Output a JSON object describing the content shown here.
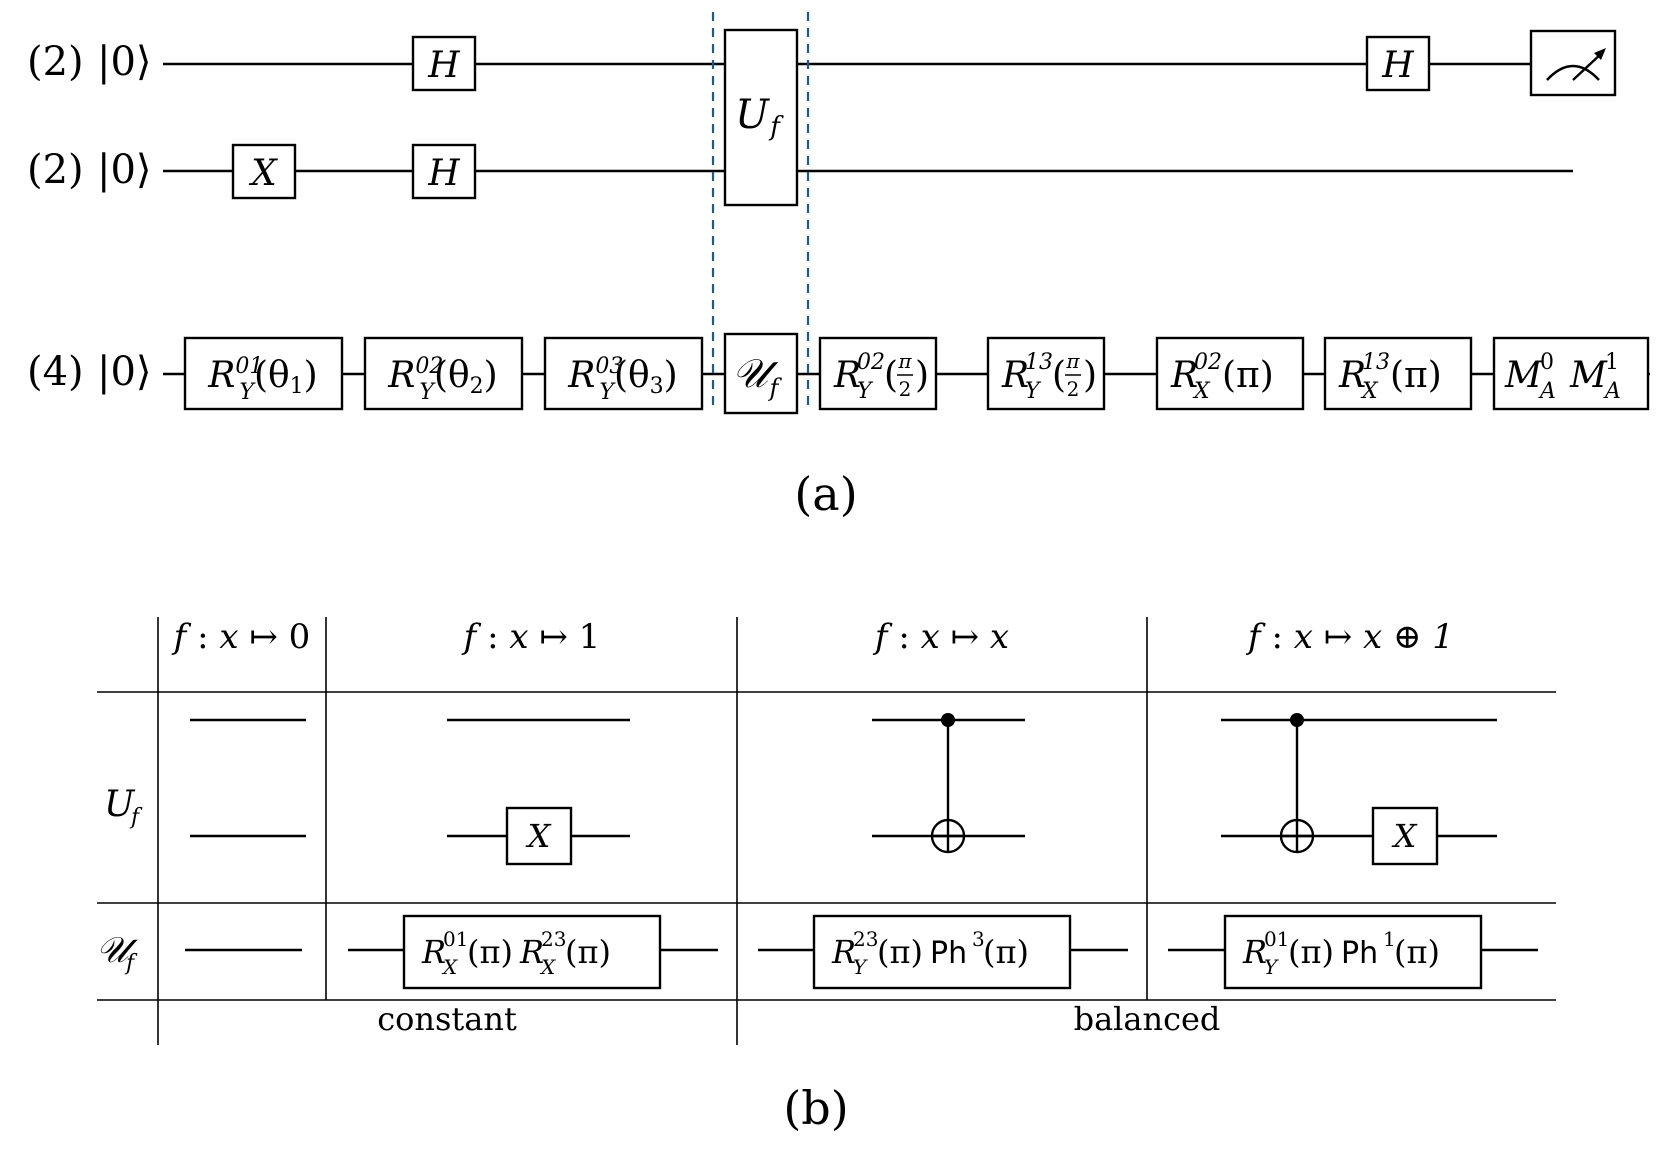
{
  "panel_a": {
    "caption": "(a)",
    "wires": [
      {
        "count": "(2)",
        "ket": "|0⟩"
      },
      {
        "count": "(2)",
        "ket": "|0⟩"
      },
      {
        "count": "(4)",
        "ket": "|0⟩"
      }
    ],
    "gate_x": "X",
    "gate_h": "H",
    "oracle": {
      "U": "U",
      "sub": "f"
    },
    "oracle_cal": {
      "U": "𝒰",
      "sub": "f"
    },
    "measurement_icon": "meter-icon",
    "qudit_gates": [
      {
        "base": "R",
        "sup": "01",
        "sub": "Y",
        "arg": "(θ",
        "arg_sub": "1",
        "arg_end": ")"
      },
      {
        "base": "R",
        "sup": "02",
        "sub": "Y",
        "arg": "(θ",
        "arg_sub": "2",
        "arg_end": ")"
      },
      {
        "base": "R",
        "sup": "03",
        "sub": "Y",
        "arg": "(θ",
        "arg_sub": "3",
        "arg_end": ")"
      },
      {
        "base": "R",
        "sup": "02",
        "sub": "Y",
        "arg": "(",
        "frac_num": "π",
        "frac_den": "2",
        "arg_end": ")"
      },
      {
        "base": "R",
        "sup": "13",
        "sub": "Y",
        "arg": "(",
        "frac_num": "π",
        "frac_den": "2",
        "arg_end": ")"
      },
      {
        "base": "R",
        "sup": "02",
        "sub": "X",
        "arg": "(π",
        "arg_end": ")"
      },
      {
        "base": "R",
        "sup": "13",
        "sub": "X",
        "arg": "(π",
        "arg_end": ")"
      }
    ],
    "measure_gate": {
      "m1": "M",
      "m1_sup": "0",
      "m1_sub": "A",
      "m2": "M",
      "m2_sup": "1",
      "m2_sub": "A"
    }
  },
  "panel_b": {
    "caption": "(b)",
    "row_labels": {
      "U": "U",
      "U_sub": "f",
      "cal": "𝒰",
      "cal_sub": "f"
    },
    "columns": [
      {
        "f": "f",
        "colon": ":",
        "x": "x",
        "mapsto": "↦",
        "rhs": "0"
      },
      {
        "f": "f",
        "colon": ":",
        "x": "x",
        "mapsto": "↦",
        "rhs": "1"
      },
      {
        "f": "f",
        "colon": ":",
        "x": "x",
        "mapsto": "↦",
        "rhs": "x"
      },
      {
        "f": "f",
        "colon": ":",
        "x": "x",
        "mapsto": "↦",
        "rhs": "x ⊕ 1"
      }
    ],
    "gate_x": "X",
    "qudit_gates": {
      "col2": {
        "r1": "R",
        "r1_sup": "01",
        "r1_sub": "X",
        "r1_arg": "(π)",
        "r2": "R",
        "r2_sup": "23",
        "r2_sub": "X",
        "r2_arg": "(π)"
      },
      "col3": {
        "r1": "R",
        "r1_sup": "23",
        "r1_sub": "Y",
        "r1_arg": "(π)",
        "ph": "Ph",
        "ph_sup": "3",
        "ph_arg": "(π)"
      },
      "col4": {
        "r1": "R",
        "r1_sup": "01",
        "r1_sub": "Y",
        "r1_arg": "(π)",
        "ph": "Ph",
        "ph_sup": "1",
        "ph_arg": "(π)"
      }
    },
    "groups": {
      "constant": "constant",
      "balanced": "balanced"
    }
  }
}
